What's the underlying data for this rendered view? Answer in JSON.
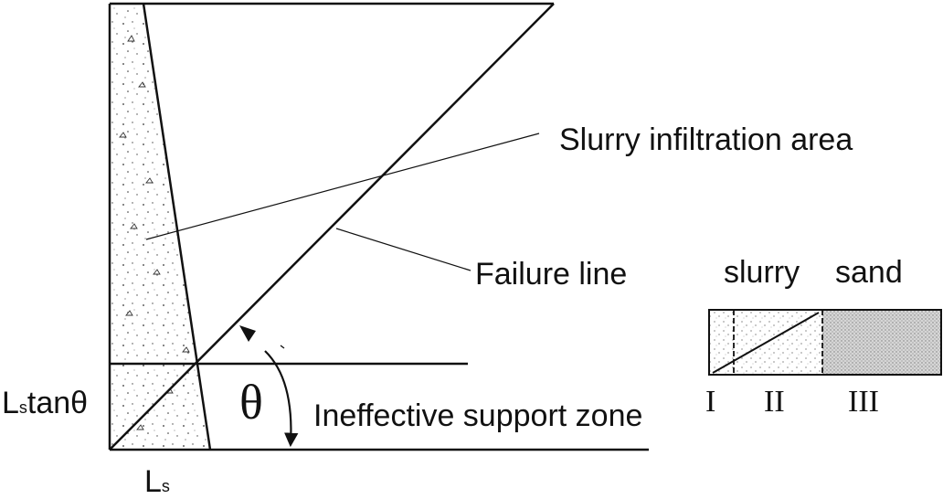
{
  "labels": {
    "slurry_infiltration_area": "Slurry infiltration area",
    "failure_line": "Failure line",
    "ineffective_support_zone": "Ineffective support zone",
    "theta": "θ",
    "ls_tan_theta": "tanθ",
    "ls_main": "L",
    "ls_sub": "s",
    "ls": "L",
    "ls_sub_bottom": "s"
  },
  "legend": {
    "slurry": "slurry",
    "sand": "sand",
    "zone_1": "I",
    "zone_2": "II",
    "zone_3": "III"
  }
}
